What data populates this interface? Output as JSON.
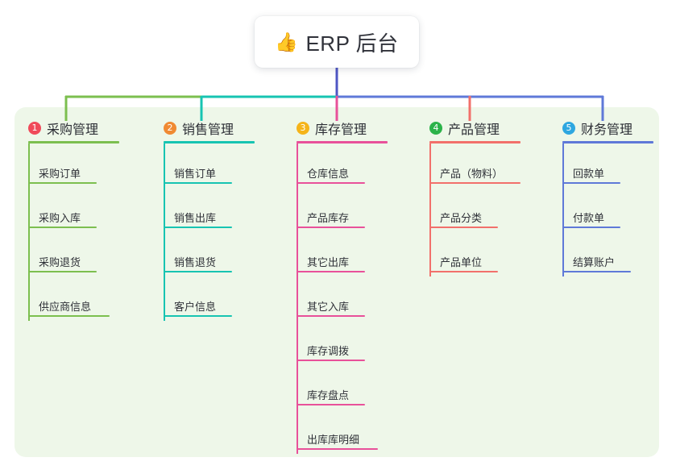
{
  "root": {
    "icon": "thumbs-up-icon",
    "emoji": "👍",
    "title": "ERP 后台"
  },
  "colors": {
    "panel_bg": "#eef7e9",
    "trunk": "#4f56c4",
    "col1": "#7cbf4f",
    "col2": "#17c4b2",
    "col3": "#e8519a",
    "col4": "#f2706b",
    "col5": "#5f79d8",
    "badge1": "#f04a5a",
    "badge2": "#f08a33",
    "badge3": "#f5b419",
    "badge4": "#2cb34a",
    "badge5": "#2ea7e0"
  },
  "columns": [
    {
      "number": "1",
      "title": "采购管理",
      "line_color": "#7cbf4f",
      "badge_color": "#f04a5a",
      "items": [
        {
          "label": "采购订单",
          "rule_width": 85
        },
        {
          "label": "采购入库",
          "rule_width": 85
        },
        {
          "label": "采购退货",
          "rule_width": 85
        },
        {
          "label": "供应商信息",
          "rule_width": 101
        }
      ]
    },
    {
      "number": "2",
      "title": "销售管理",
      "line_color": "#17c4b2",
      "badge_color": "#f08a33",
      "items": [
        {
          "label": "销售订单",
          "rule_width": 85
        },
        {
          "label": "销售出库",
          "rule_width": 85
        },
        {
          "label": "销售退货",
          "rule_width": 85
        },
        {
          "label": "客户信息",
          "rule_width": 85
        }
      ]
    },
    {
      "number": "3",
      "title": "库存管理",
      "line_color": "#e8519a",
      "badge_color": "#f5b419",
      "items": [
        {
          "label": "仓库信息",
          "rule_width": 85
        },
        {
          "label": "产品库存",
          "rule_width": 85
        },
        {
          "label": "其它出库",
          "rule_width": 85
        },
        {
          "label": "其它入库",
          "rule_width": 85
        },
        {
          "label": "库存调拨",
          "rule_width": 85
        },
        {
          "label": "库存盘点",
          "rule_width": 85
        },
        {
          "label": "出库库明细",
          "rule_width": 101
        }
      ]
    },
    {
      "number": "4",
      "title": "产品管理",
      "line_color": "#f2706b",
      "badge_color": "#2cb34a",
      "items": [
        {
          "label": "产品（物料）",
          "rule_width": 113
        },
        {
          "label": "产品分类",
          "rule_width": 85
        },
        {
          "label": "产品单位",
          "rule_width": 85
        }
      ]
    },
    {
      "number": "5",
      "title": "财务管理",
      "line_color": "#5f79d8",
      "badge_color": "#2ea7e0",
      "items": [
        {
          "label": "回款单",
          "rule_width": 72
        },
        {
          "label": "付款单",
          "rule_width": 72
        },
        {
          "label": "结算账户",
          "rule_width": 85
        }
      ]
    }
  ]
}
